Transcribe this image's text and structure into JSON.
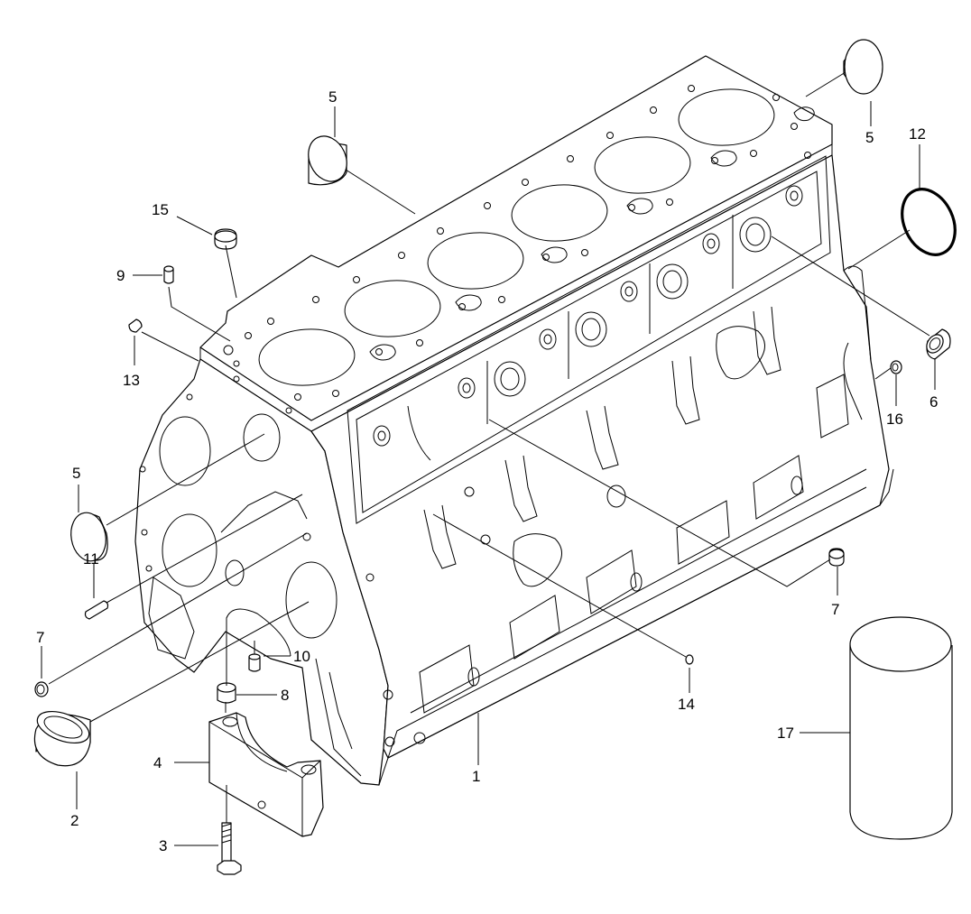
{
  "diagram": {
    "callouts": {
      "c1": "1",
      "c2": "2",
      "c3": "3",
      "c4": "4",
      "c5a": "5",
      "c5b": "5",
      "c5c": "5",
      "c6": "6",
      "c7a": "7",
      "c7b": "7",
      "c8": "8",
      "c9": "9",
      "c10": "10",
      "c11": "11",
      "c12": "12",
      "c13": "13",
      "c14": "14",
      "c15": "15",
      "c16": "16",
      "c17": "17"
    }
  }
}
